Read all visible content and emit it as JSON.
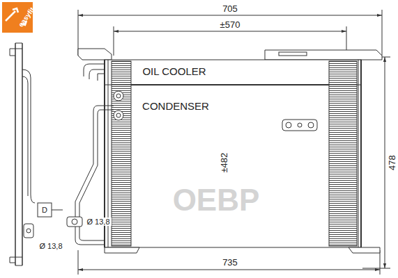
{
  "diagram": {
    "labels": [
      "OIL COOLER",
      "CONDENSER",
      "705",
      "±570",
      "±482",
      "478",
      "735",
      "Ø 13,8",
      "Ø 13,8",
      "D",
      "easyfit",
      "OEBP"
    ]
  }
}
